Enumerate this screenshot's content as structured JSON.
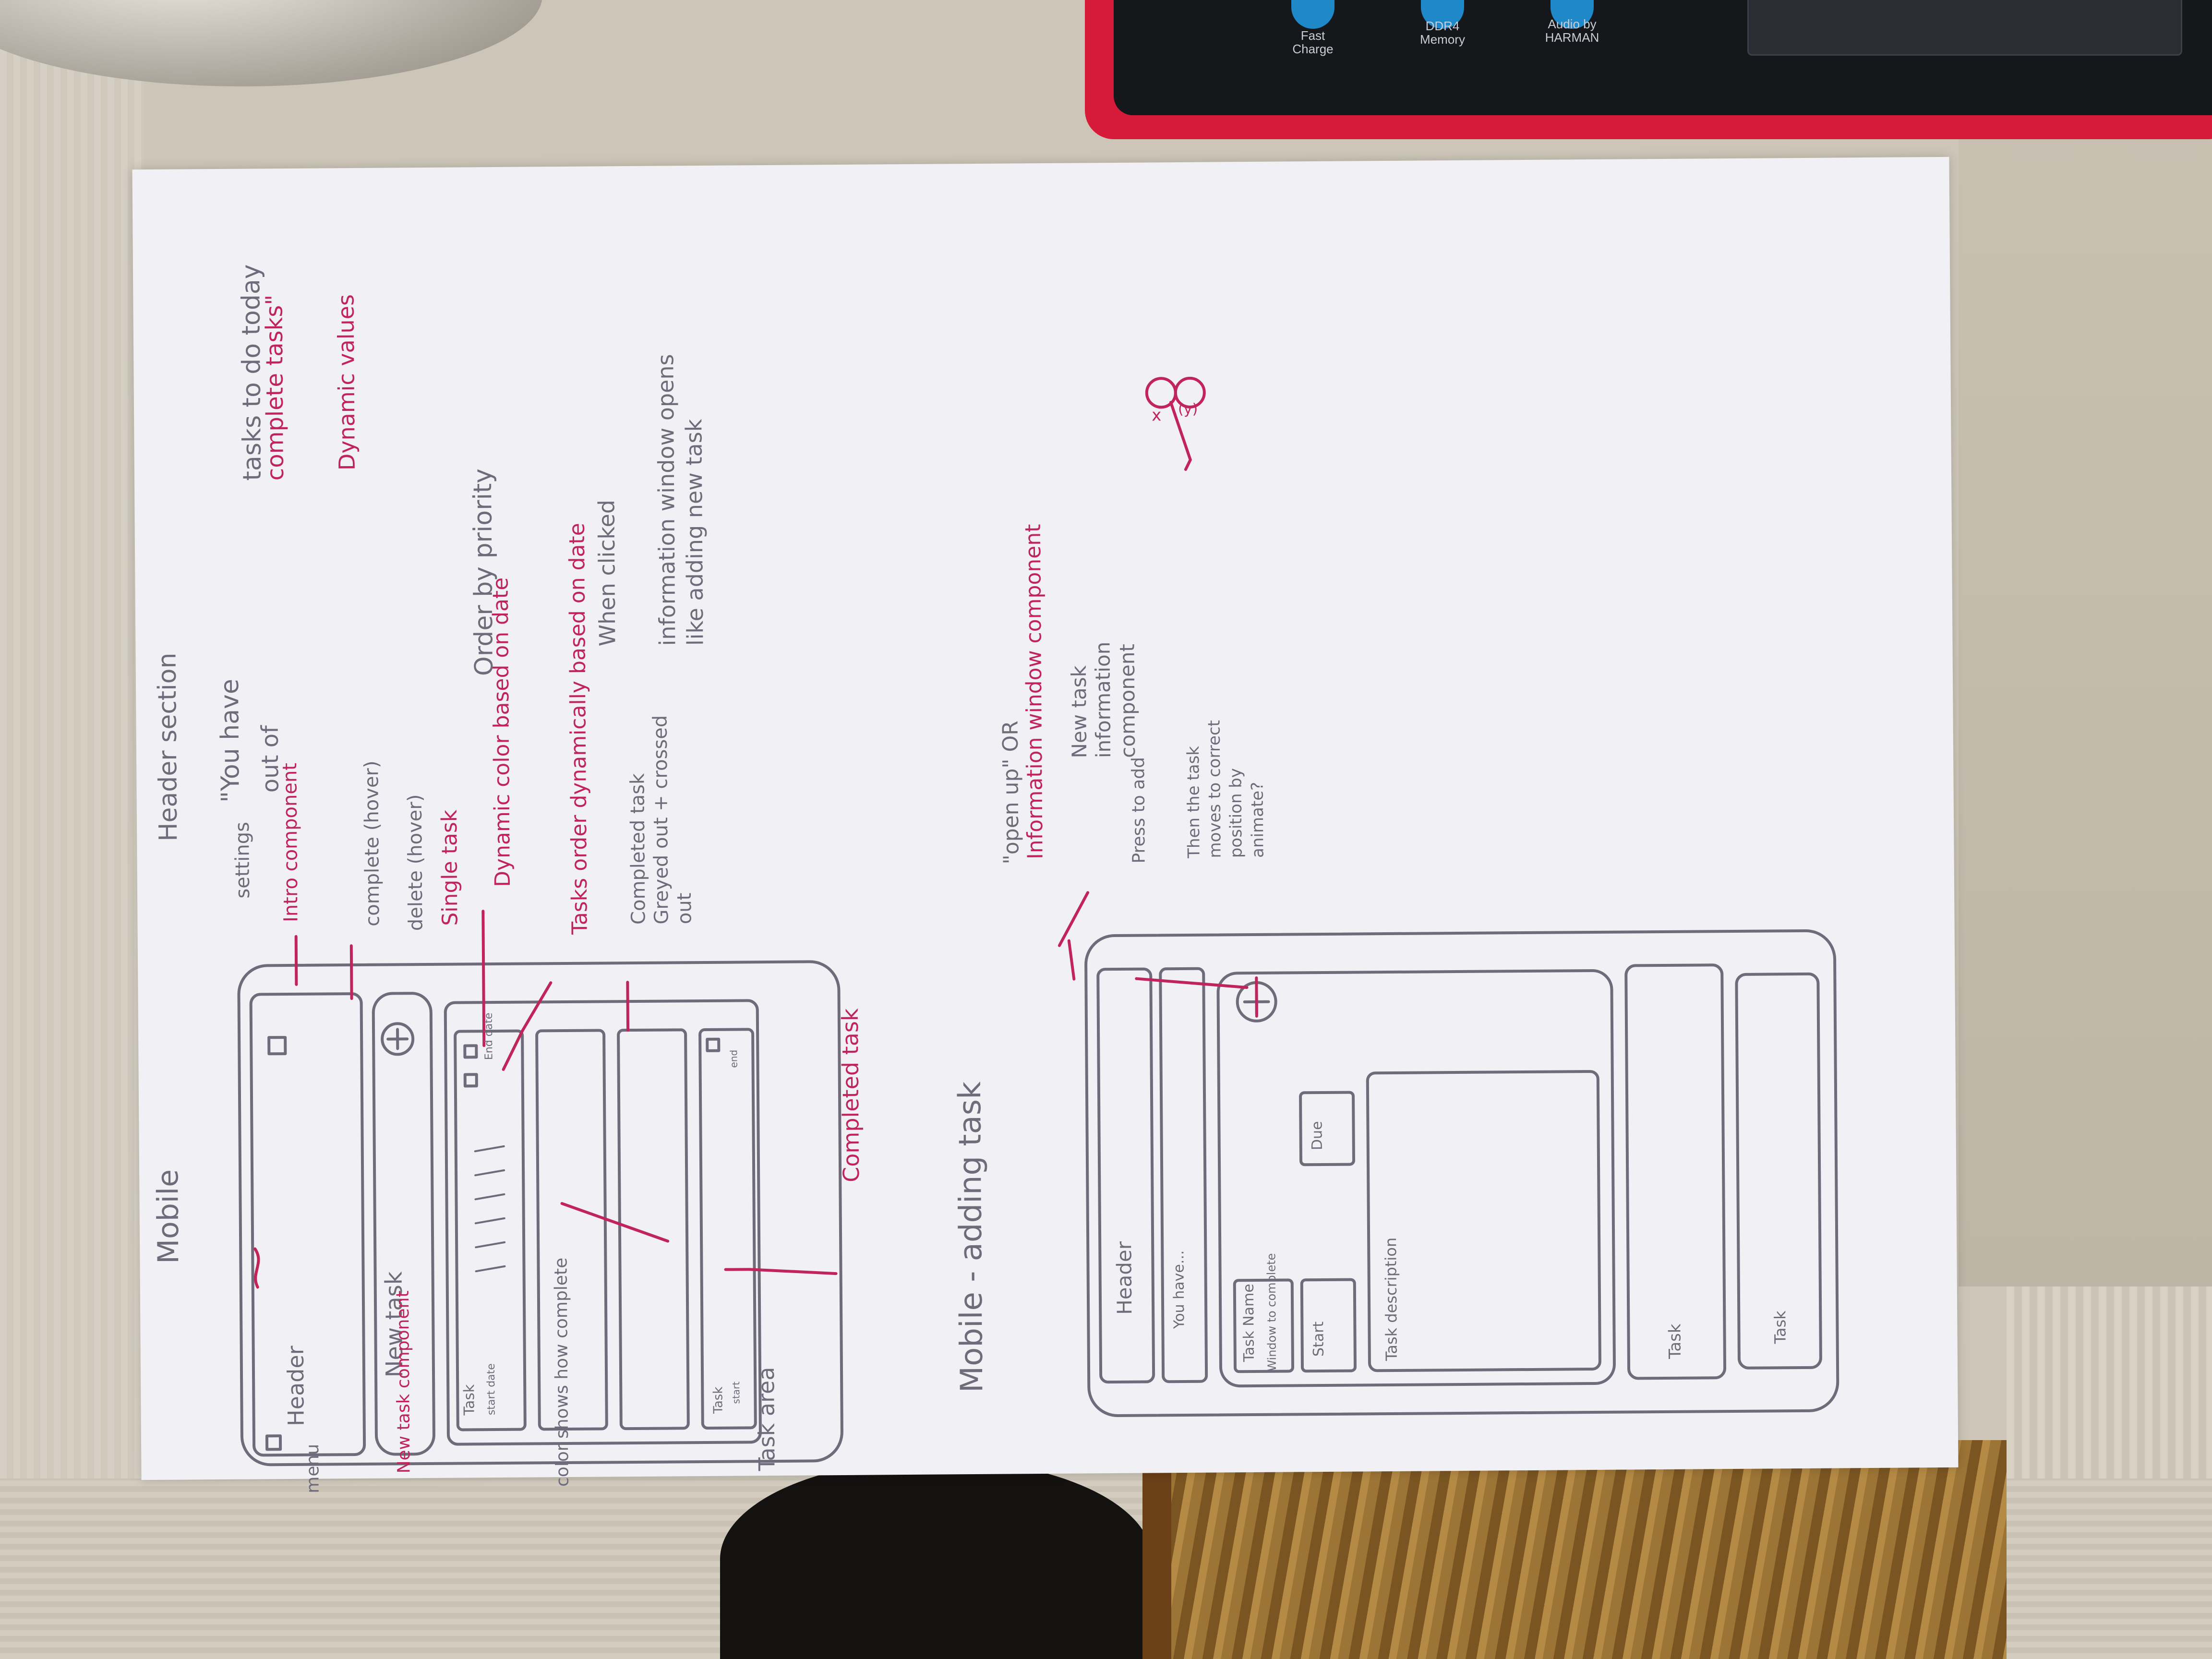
{
  "laptop_stickers": [
    {
      "label": "Fast\nCharge"
    },
    {
      "label": "DDR4\nMemory"
    },
    {
      "label": "Audio by\nHARMAN"
    }
  ],
  "sketch1": {
    "title": "Mobile",
    "header_label": "Header section",
    "header_box": "Header",
    "menu": "menu",
    "settings": "settings",
    "intro_component": "Intro component",
    "quote_line1": "\"You have",
    "quote_x": "x",
    "quote_line1b": "tasks to do today",
    "quote_line2": "out of",
    "quote_y": "(y)",
    "quote_line2b": "complete tasks\"",
    "dynamic_values": "Dynamic values",
    "new_task_button": "New task",
    "new_task_component": "New task component",
    "complete_hover": "complete (hover)",
    "delete_hover": "delete (hover)",
    "single_task": "Single task",
    "task_label": "Task",
    "start_date": "start date",
    "end_date": "End date",
    "dynamic_color": "Dynamic color based on date",
    "color_shows": "color shows how complete",
    "order_by": "Order by priority",
    "tasks_order": "Tasks order dynamically based on date",
    "when_clicked": "When clicked",
    "info_window": "information window opens like adding new task",
    "completed_task_note": "Completed task Greyed out + crossed out",
    "task_small": "Task",
    "start_small": "start",
    "end_small": "end",
    "task_area": "Task area",
    "completed_task": "Completed task"
  },
  "sketch2": {
    "title": "Mobile - adding task",
    "header_box": "Header",
    "you_have": "You have...",
    "open_up": "\"open up\" OR",
    "info_window_component": "Information window component",
    "new_task_info": "New task information component",
    "press_to_add": "Press to add",
    "then_task_moves": "Then the task moves to correct position by animate?",
    "task_name": "Task Name",
    "window_to_complete": "Window to complete",
    "start": "Start",
    "due": "Due",
    "task_description": "Task description",
    "task1": "Task",
    "task2": "Task"
  }
}
